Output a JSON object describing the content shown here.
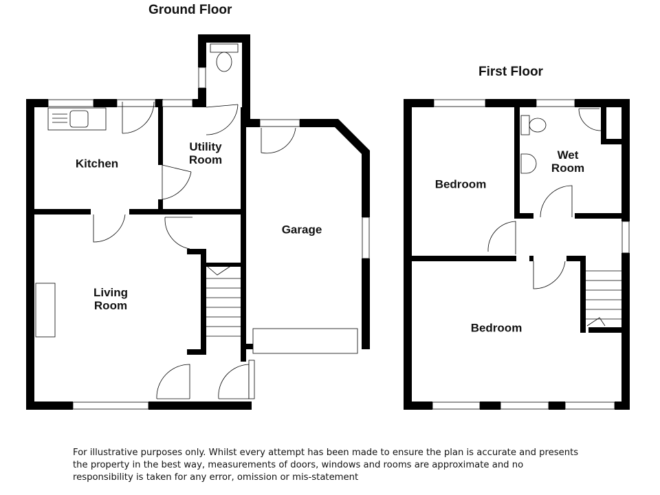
{
  "floors": {
    "ground": {
      "title": "Ground Floor",
      "rooms": {
        "kitchen": "Kitchen",
        "utility_line1": "Utility",
        "utility_line2": "Room",
        "garage": "Garage",
        "living_line1": "Living",
        "living_line2": "Room"
      }
    },
    "first": {
      "title": "First Floor",
      "rooms": {
        "bedroom_upper": "Bedroom",
        "wet_line1": "Wet",
        "wet_line2": "Room",
        "bedroom_lower": "Bedroom"
      }
    }
  },
  "disclaimer": "For illustrative purposes only. Whilst every attempt has been made to ensure the plan is accurate and presents the property in the best way, measurements of doors, windows and rooms are approximate and no responsibility is taken for any error, omission or mis-statement"
}
